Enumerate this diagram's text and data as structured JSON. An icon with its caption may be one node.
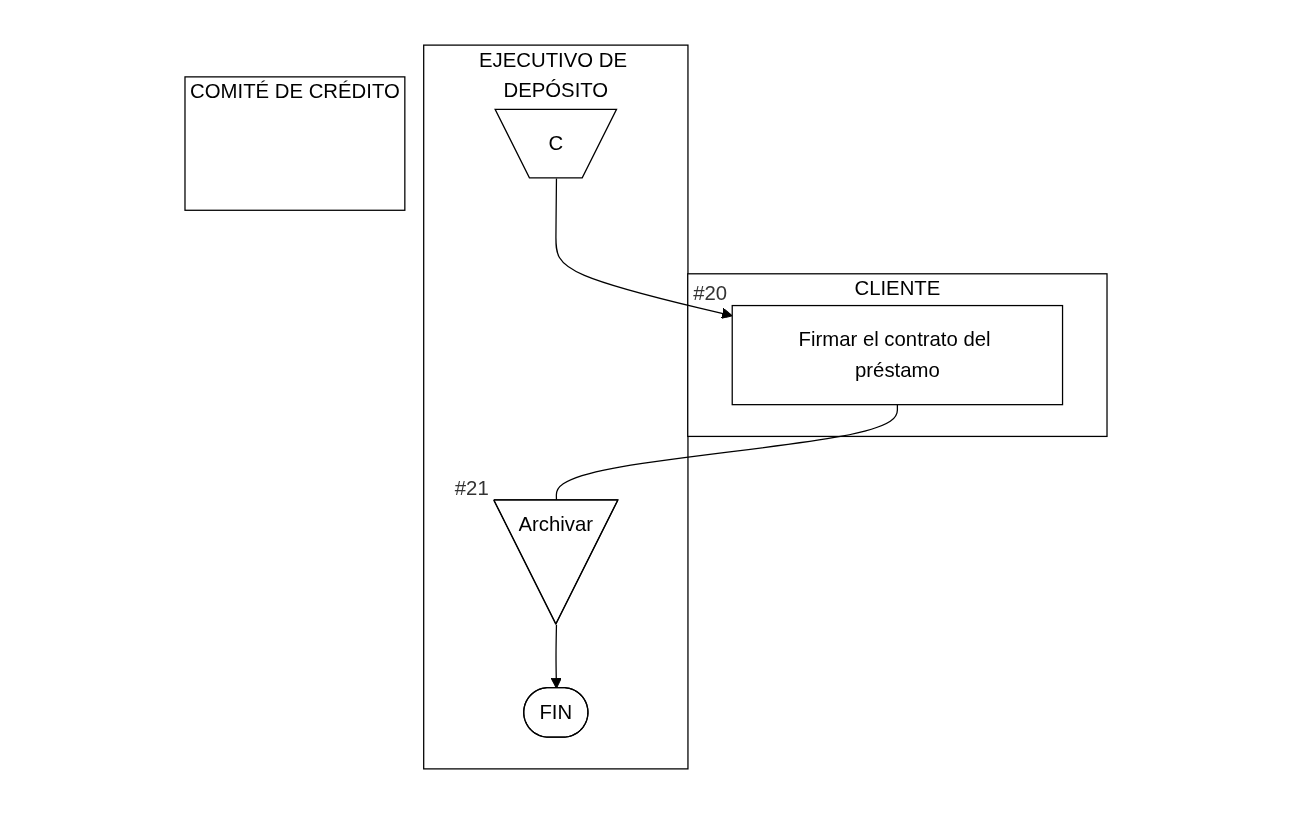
{
  "diagram": {
    "nodes": [
      {
        "text": [
          "CLIENTE"
        ]
      },
      {
        "text": [
          "EJECUTIVO DE DEPÓSITO"
        ]
      },
      {
        "text": [
          "COMITÉ DE CRÉDITO"
        ]
      },
      {
        "text": [
          "C"
        ],
        "in": 1
      },
      {
        "text": [
          "Firmar el contrato del préstamo"
        ],
        "in": 0,
        "beside": [
          "#20"
        ]
      },
      {
        "text": [
          "Archivar"
        ],
        "in": 1,
        "beside": [
          "#21"
        ]
      },
      {
        "text": [
          "FIN"
        ],
        "in": 1
      }
    ],
    "edges": [
      {
        "from": 3,
        "to": 4,
        "arrow": "to"
      },
      {
        "from": 4,
        "to": 5,
        "arrow": "none"
      },
      {
        "from": 5,
        "to": 6,
        "arrow": "to"
      }
    ]
  }
}
